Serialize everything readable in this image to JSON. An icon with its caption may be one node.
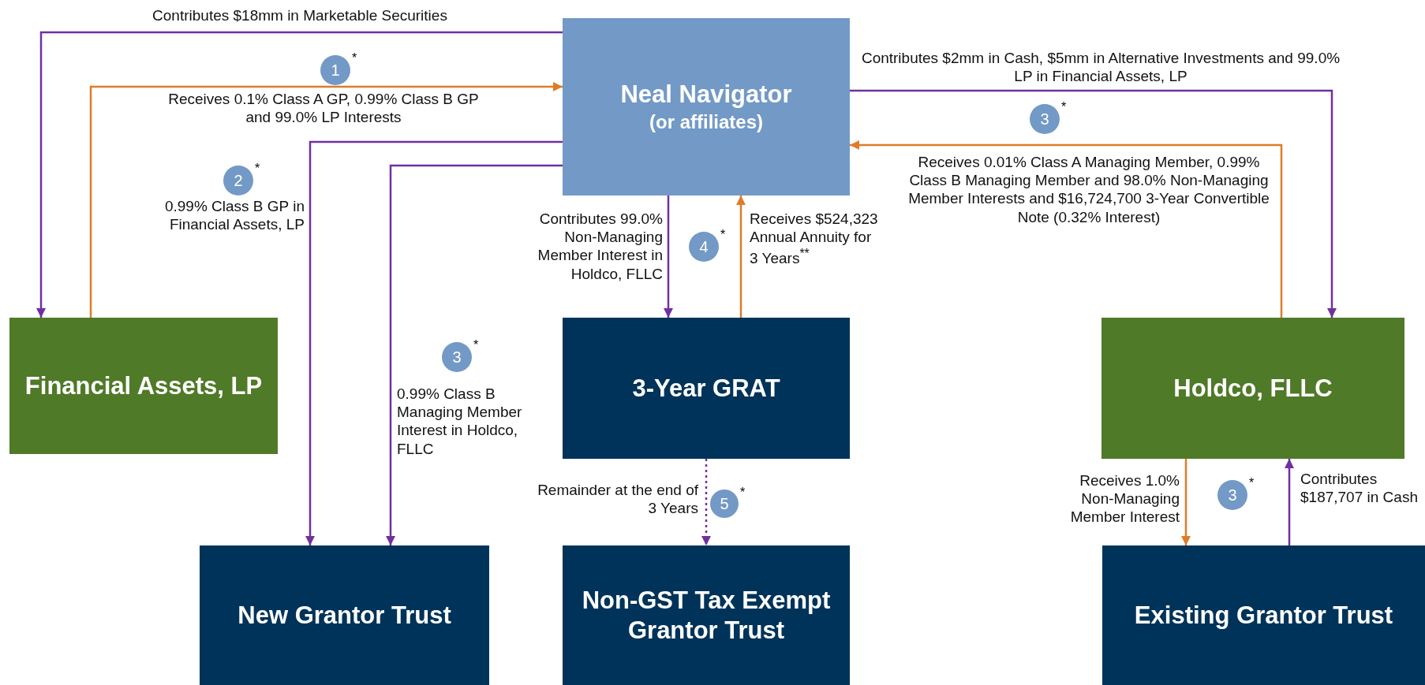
{
  "diagram": {
    "nodes": [
      {
        "text": [
          "Neal Navigator",
          "(or affiliates)"
        ]
      },
      {
        "text": [
          "Financial Assets, LP"
        ]
      },
      {
        "text": [
          "New Grantor Trust"
        ]
      },
      {
        "text": [
          "3-Year GRAT"
        ]
      },
      {
        "text": [
          "Non-GST Tax Exempt Grantor Trust"
        ]
      },
      {
        "text": [
          "Holdco, FLLC"
        ]
      },
      {
        "text": [
          "Existing Grantor Trust"
        ]
      },
      {
        "text": [
          "1"
        ],
        "beside": [
          "*"
        ]
      },
      {
        "text": [
          "3"
        ],
        "beside": [
          "*"
        ]
      },
      {
        "text": [
          "2"
        ],
        "beside": [
          "*"
        ]
      },
      {
        "text": [
          "4"
        ],
        "beside": [
          "*"
        ]
      },
      {
        "text": [
          "3"
        ],
        "beside": [
          "*"
        ]
      },
      {
        "text": [
          "5"
        ],
        "beside": [
          "*"
        ]
      },
      {
        "text": [
          "3"
        ],
        "beside": [
          "*"
        ]
      }
    ],
    "edges": [
      {
        "from": 0,
        "to": 1,
        "arrow": "to",
        "label": "Contributes $18mm in Marketable Securities"
      },
      {
        "from": 1,
        "to": 0,
        "arrow": "to",
        "label": "Receives 0.1% Class A GP, 0.99% Class B GP and 99.0% LP Interests",
        "color": "#e07b28"
      },
      {
        "from": 0,
        "to": 2,
        "arrow": "to",
        "label": "0.99% Class B GP in Financial Assets, LP"
      },
      {
        "from": 0,
        "to": 2,
        "arrow": "to",
        "label": "0.99% Class B Managing Member Interest in Holdco, FLLC"
      },
      {
        "from": 0,
        "to": 3,
        "arrow": "to",
        "label": "Contributes 99.0% Non-Managing Member Interest in Holdco, FLLC"
      },
      {
        "from": 3,
        "to": 0,
        "arrow": "to",
        "label": "Receives $524,323 Annual Annuity for 3 Years$^{**}$",
        "color": "#e07b28"
      },
      {
        "from": 0,
        "to": 5,
        "arrow": "to",
        "label": "Contributes $2mm in Cash, $5mm in Alternative Investments and 99.0% LP in Financial Assets, LP"
      },
      {
        "from": 5,
        "to": 0,
        "arrow": "to",
        "label": "Receives 0.01% Class A Managing Member, 0.99% Class B Managing Member and 98.0% Non-Managing Member Interests and $16,724,700 3-Year Convertible Note (0.32% Interest)",
        "color": "#e07b28"
      },
      {
        "from": 3,
        "to": 4,
        "arrow": "to",
        "label": "Remainder at the end of 3 Years",
        "style": "dashed"
      },
      {
        "from": 5,
        "to": 6,
        "arrow": "to",
        "label": "Receives 1.0% Non-Managing Member Interest",
        "color": "#e07b28"
      },
      {
        "from": 6,
        "to": 5,
        "arrow": "to",
        "label": "Contributes $187,707 in Cash"
      }
    ]
  }
}
